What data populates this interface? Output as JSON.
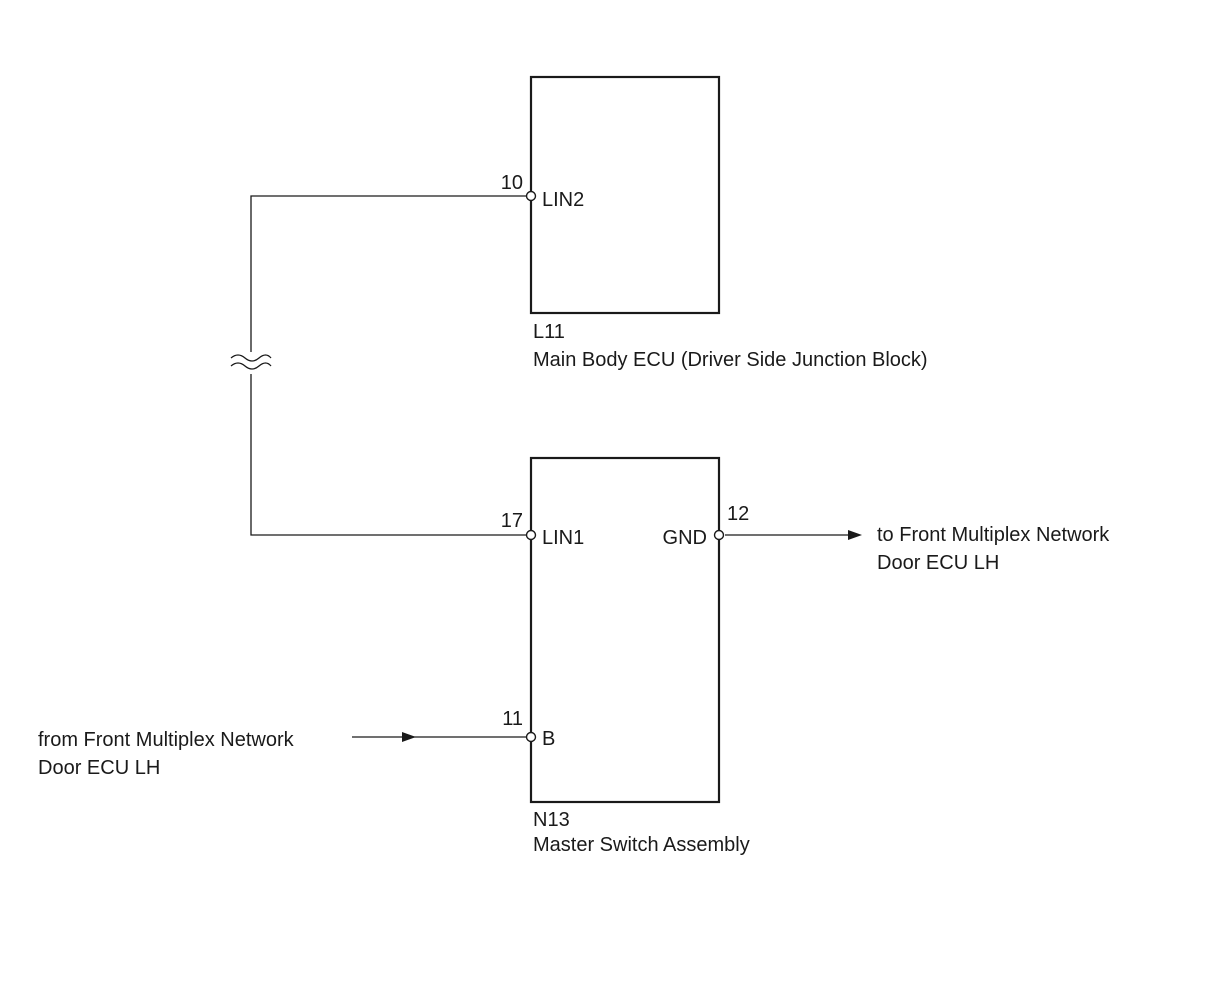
{
  "components": {
    "main_body_ecu": {
      "code": "L11",
      "name": "Main Body ECU (Driver Side Junction Block)",
      "pins": {
        "lin2": {
          "number": "10",
          "label": "LIN2"
        }
      }
    },
    "master_switch": {
      "code": "N13",
      "name": "Master Switch Assembly",
      "pins": {
        "lin1": {
          "number": "17",
          "label": "LIN1"
        },
        "gnd": {
          "number": "12",
          "label": "GND"
        },
        "b": {
          "number": "11",
          "label": "B"
        }
      }
    }
  },
  "connections": {
    "to_label": {
      "line1": "to Front Multiplex Network",
      "line2": "Door ECU LH"
    },
    "from_label": {
      "line1": "from Front Multiplex Network",
      "line2": "Door ECU LH"
    }
  },
  "colors": {
    "line": "#1a1a1a",
    "background": "#ffffff"
  }
}
